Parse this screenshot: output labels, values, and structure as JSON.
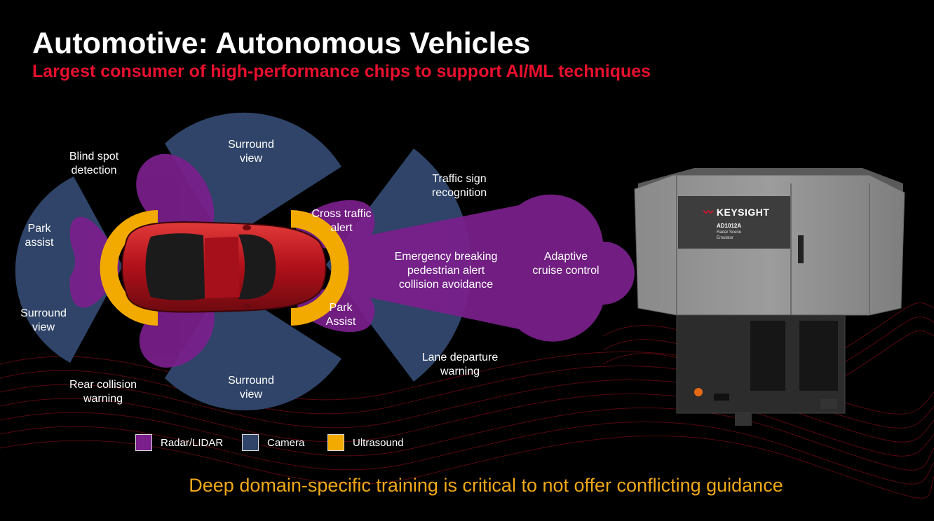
{
  "title": "Automotive: Autonomous Vehicles",
  "subtitle": "Largest consumer of high-performance chips to support AI/ML techniques",
  "colors": {
    "radar": "#7b1f8c",
    "camera": "#2f4468",
    "ultrasound": "#f2a900",
    "title_red": "#e8102d",
    "footer": "#f0a818"
  },
  "labels": {
    "blind_spot": "Blind spot\ndetection",
    "surround_top": "Surround\nview",
    "park_assist_left": "Park\nassist",
    "surround_left": "Surround\nview",
    "rear_collision": "Rear collision\nwarning",
    "surround_bottom": "Surround\nview",
    "cross_traffic": "Cross traffic\nalert",
    "traffic_sign": "Traffic sign\nrecognition",
    "emergency": "Emergency breaking\npedestrian alert\ncollision avoidance",
    "adaptive": "Adaptive\ncruise control",
    "park_assist_right": "Park\nAssist",
    "lane_departure": "Lane departure\nwarning"
  },
  "legend": [
    {
      "name": "Radar/LIDAR",
      "color": "#7b1f8c"
    },
    {
      "name": "Camera",
      "color": "#2f4468"
    },
    {
      "name": "Ultrasound",
      "color": "#f2a900"
    }
  ],
  "device": {
    "brand": "KEYSIGHT",
    "model": "AD1012A",
    "description": "Radar Scene\nEmulator"
  },
  "footer": "Deep domain-specific training is critical to not offer conflicting guidance"
}
